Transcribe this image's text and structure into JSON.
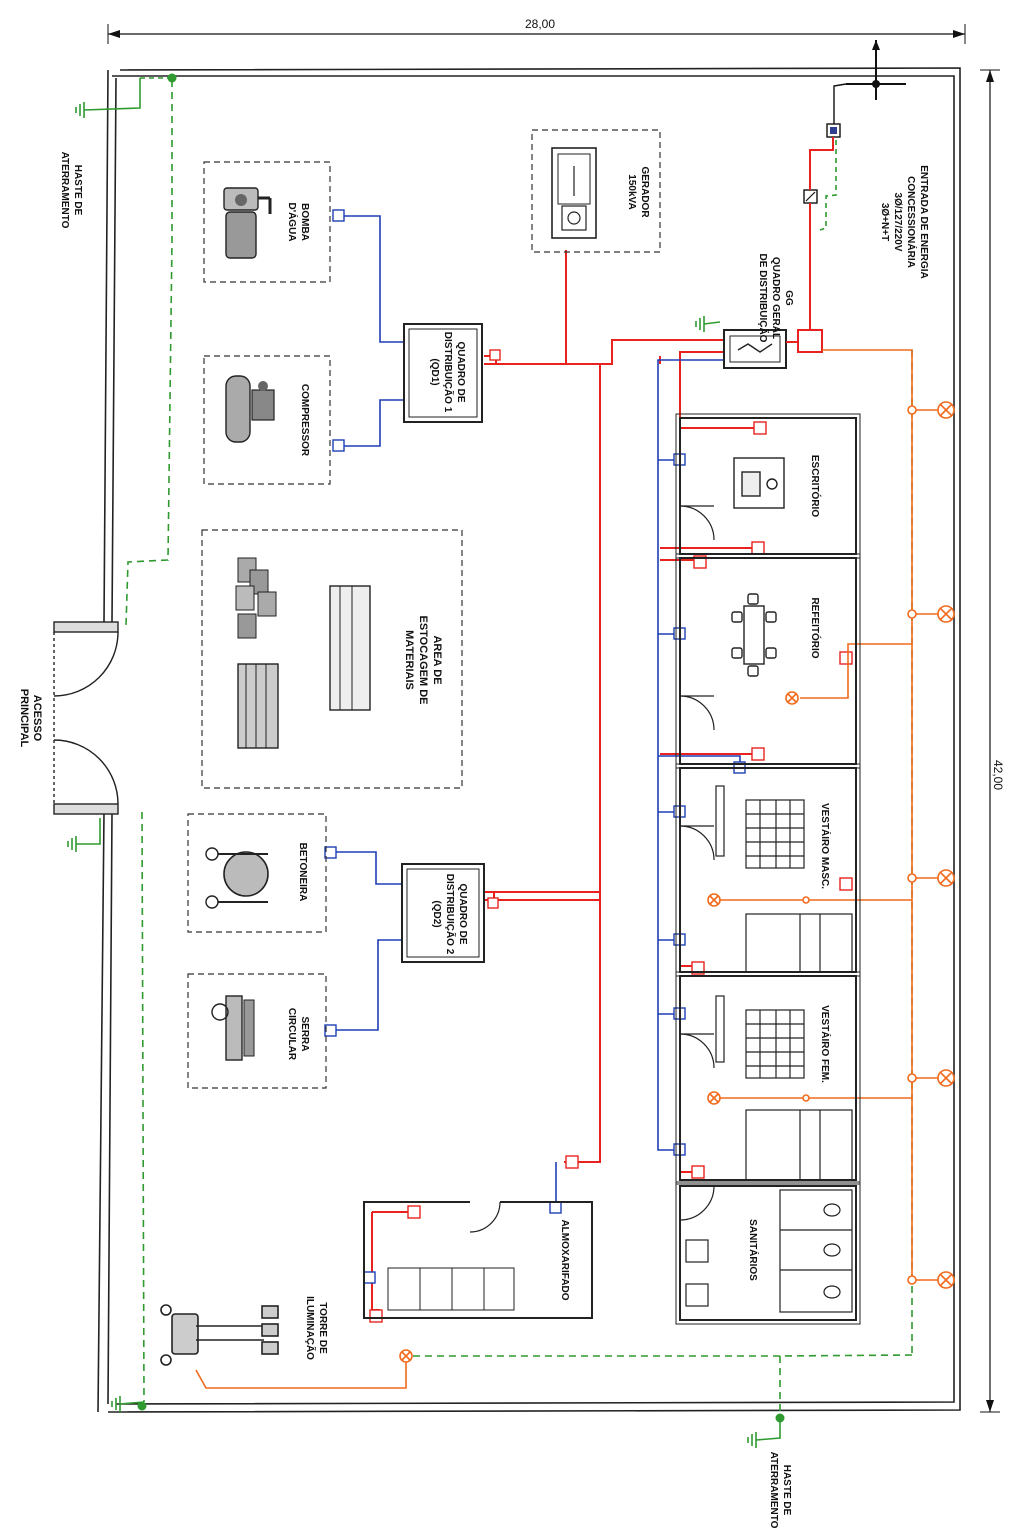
{
  "dimensions": {
    "width_label": "28,00",
    "height_label": "42,00"
  },
  "entrada": {
    "line1": "ENTRADA DE ENERGIA",
    "line2": "CONCESSIONÁRIA",
    "line3": "3Ø/127/220V",
    "line4": "3Ø+N+T"
  },
  "haste_top": {
    "line1": "HASTE DE",
    "line2": "ATERRAMENTO"
  },
  "haste_bottom": {
    "line1": "HASTE DE",
    "line2": "ATERRAMENTO"
  },
  "gerador": {
    "line1": "GERADOR",
    "line2": "150kVA"
  },
  "gg": {
    "line1": "GG",
    "line2": "QUADRO GERAL",
    "line3": "DE DISTRIBUIÇÃO"
  },
  "bomba": {
    "line1": "BOMBA",
    "line2": "D'ÁGUA"
  },
  "compressor": {
    "line1": "COMPRESSOR"
  },
  "qd1": {
    "line1": "QUADRO DE",
    "line2": "DISTRIBUIÇÃO 1",
    "line3": "(QD1)"
  },
  "estocagem": {
    "line1": "AREA DE",
    "line2": "ESTOCAGEM DE",
    "line3": "MATERIAIS"
  },
  "acesso": {
    "line1": "ACESSO",
    "line2": "PRINCIPAL"
  },
  "betoneira": {
    "line1": "BETONEIRA"
  },
  "serra": {
    "line1": "SERRA",
    "line2": "CIRCULAR"
  },
  "qd2": {
    "line1": "QUADRO DE",
    "line2": "DISTRIBUIÇÃO 2",
    "line3": "(QD2)"
  },
  "almoxarifado": {
    "line1": "ALMOXARIFADO"
  },
  "torre": {
    "line1": "TORRE DE",
    "line2": "ILUMINAÇÃO"
  },
  "rooms": {
    "escritorio": "ESCRITÓRIO",
    "refeitorio": "REFEITÓRIO",
    "vest_masc": "VESTÁIRO MASC.",
    "vest_fem": "VESTÁIRO FEM.",
    "sanitarios": "SANITÁRIOS"
  },
  "colors": {
    "phase": "#e8231f",
    "neutral": "#1f3fb5",
    "ground": "#2f9a2f",
    "lighting": "#f26a1b",
    "wall": "#222222"
  }
}
